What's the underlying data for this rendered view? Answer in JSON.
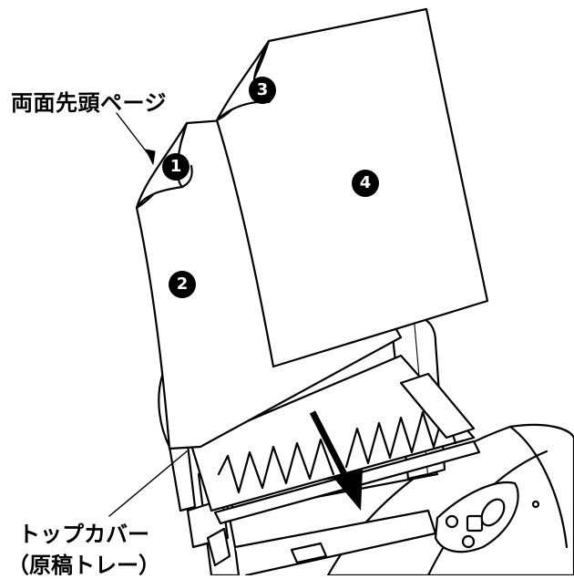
{
  "labels": {
    "duplex_first_page": "両面先頭ページ",
    "top_cover_line1": "トップカバー",
    "top_cover_line2": "（原稿トレー）"
  },
  "page_numbers": [
    "1",
    "2",
    "3",
    "4"
  ],
  "colors": {
    "line": "#000000",
    "paper": "#ffffff",
    "badge": "#000000"
  }
}
